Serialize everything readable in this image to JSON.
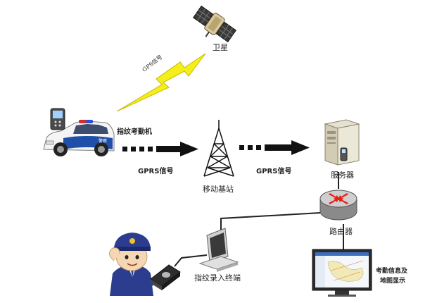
{
  "labels": {
    "satellite": "卫星",
    "gps_signal": "GPS信号",
    "fingerprint_attendance_machine": "指纹考勤机",
    "gprs_signal_left": "GPRS信号",
    "gprs_signal_right": "GPRS信号",
    "mobile_base_station": "移动基站",
    "server": "服务器",
    "router": "路由器",
    "fingerprint_terminal": "指纹录入终端",
    "attendance_display_line1": "考勤信息及",
    "attendance_display_line2": "地图显示"
  },
  "car_door_text": "警察",
  "colors": {
    "lightning": "#f4ee1a",
    "arrow": "#111111",
    "line": "#222222",
    "router_arrows": "#e2231a",
    "police_blue": "#2c3d8f"
  }
}
